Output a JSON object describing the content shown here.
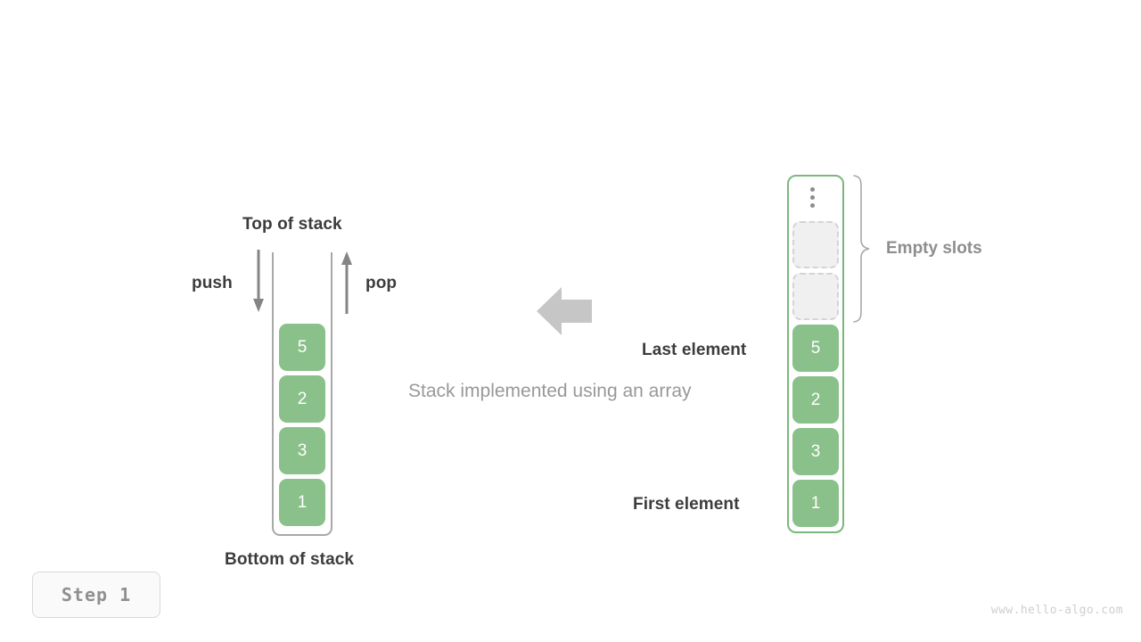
{
  "diagram": {
    "caption": "Stack implemented using an array",
    "stack": {
      "top_label": "Top of stack",
      "bottom_label": "Bottom of stack",
      "push_label": "push",
      "pop_label": "pop",
      "cells": [
        "5",
        "2",
        "3",
        "1"
      ],
      "cell_color": "#8ac08a",
      "border_color": "#a8a8a8"
    },
    "array": {
      "empty_slots_label": "Empty slots",
      "last_element_label": "Last element",
      "first_element_label": "First element",
      "ellipsis_icon": "vertical-ellipsis-icon",
      "empty_slot_count": 2,
      "cells": [
        "5",
        "2",
        "3",
        "1"
      ],
      "cell_color": "#8ac08a",
      "border_color": "#7cb77c",
      "empty_fill_color": "#f0f0f0"
    },
    "transform_arrow": {
      "direction": "left",
      "color": "#c6c6c6"
    },
    "step_badge": "Step 1",
    "watermark": "www.hello-algo.com"
  }
}
